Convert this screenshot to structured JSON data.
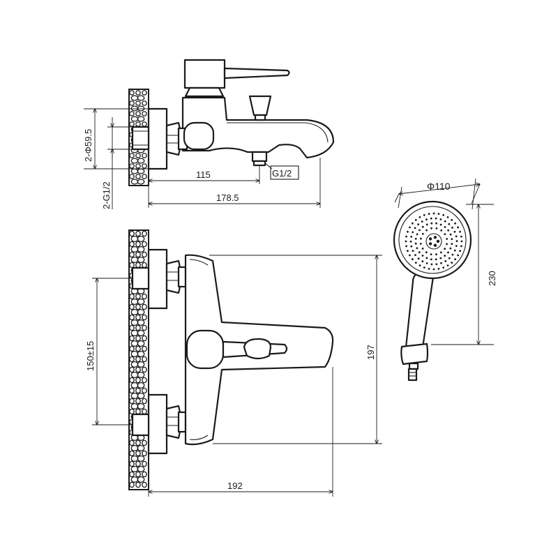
{
  "dimensions": {
    "side_view": {
      "hole_diameter": "2-Φ59.5",
      "inlet_thread": "2-G1/2",
      "spout_reach": "115",
      "outlet_thread": "G1/2",
      "total_depth": "178.5"
    },
    "front_view": {
      "centre_distance": "150±15",
      "height": "197",
      "width": "192"
    },
    "hand_shower": {
      "head_diameter": "Φ110",
      "length": "230"
    }
  }
}
